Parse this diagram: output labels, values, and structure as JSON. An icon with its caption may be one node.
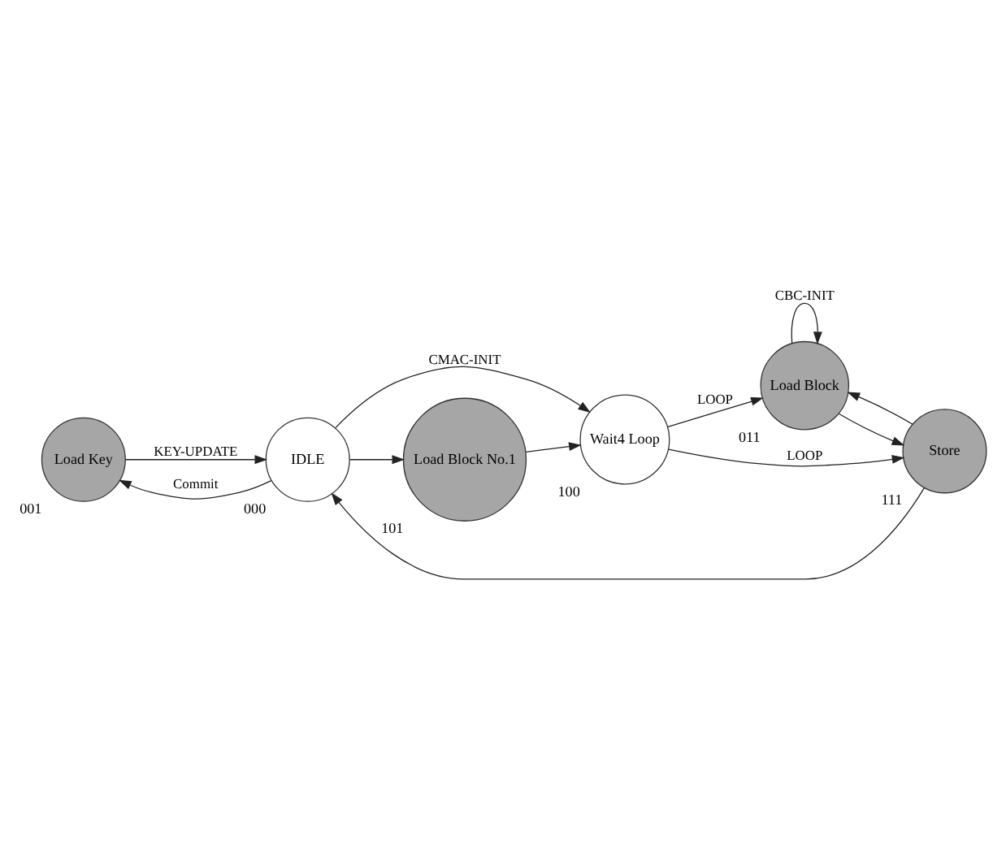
{
  "diagram": {
    "nodes": [
      {
        "text": [
          "Load Key"
        ],
        "beside": [
          "001"
        ]
      },
      {
        "text": [
          "IDLE"
        ],
        "beside": [
          "000"
        ]
      },
      {
        "text": [
          "Wait4 Loop"
        ],
        "beside": [
          "100"
        ]
      },
      {
        "text": [
          "Load Block No.1"
        ],
        "beside": [
          "101"
        ]
      },
      {
        "text": [
          "Load Block"
        ],
        "beside": [
          "011"
        ]
      },
      {
        "text": [
          "Store"
        ],
        "beside": [
          "111"
        ]
      }
    ],
    "edges": [
      {
        "from": 1,
        "to": 0,
        "arrow": "to",
        "label": "Commit"
      },
      {
        "from": 0,
        "to": 1,
        "arrow": "to",
        "label": "KEY-UPDATE"
      },
      {
        "from": 1,
        "to": 2,
        "arrow": "to",
        "label": "CMAC-INIT"
      },
      {
        "from": 1,
        "to": 3,
        "arrow": "to"
      },
      {
        "from": 3,
        "to": 2,
        "arrow": "to"
      },
      {
        "from": 2,
        "to": 4,
        "arrow": "to",
        "label": "LOOP"
      },
      {
        "from": 2,
        "to": 5,
        "arrow": "to",
        "label": "LOOP"
      },
      {
        "from": 4,
        "to": 4,
        "arrow": "to",
        "label": "CBC-INIT"
      },
      {
        "from": 4,
        "to": 5,
        "arrow": "to"
      },
      {
        "from": 5,
        "to": 4,
        "arrow": "to"
      },
      {
        "from": 5,
        "to": 1,
        "arrow": "to"
      }
    ]
  }
}
